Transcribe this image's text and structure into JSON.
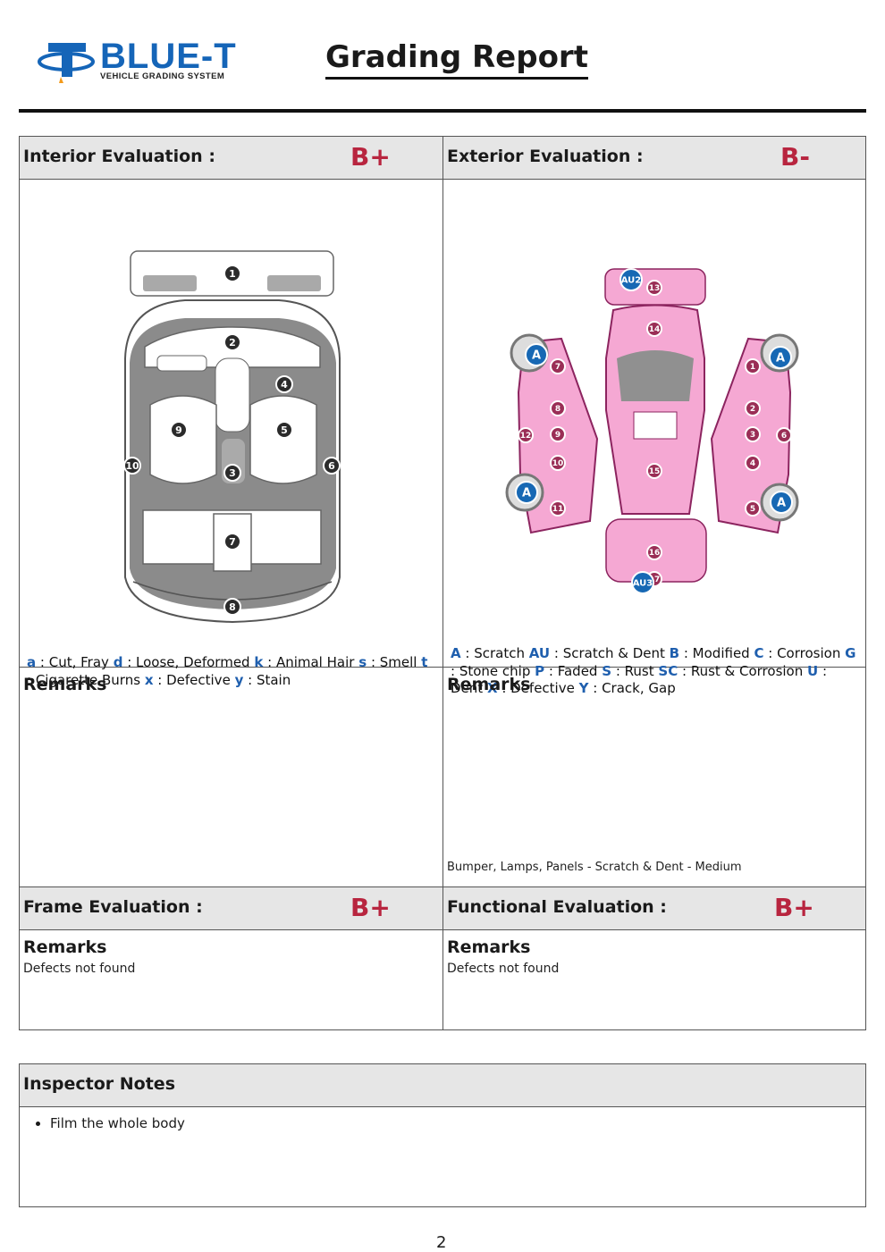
{
  "brand": {
    "name": "BLUE-T",
    "tagline": "VEHICLE GRADING SYSTEM"
  },
  "document": {
    "title": "Grading Report",
    "page_number": "2"
  },
  "colors": {
    "accent_blue": "#1565b8",
    "grade_red": "#b8253f",
    "damage_pink": "#f5a8d3",
    "damage_marker_blue": "#1768b4"
  },
  "interior": {
    "label": "Interior Evaluation :",
    "grade": "B+",
    "diagram_markers": [
      "1",
      "2",
      "3",
      "4",
      "5",
      "6",
      "7",
      "8",
      "9",
      "10"
    ],
    "legend": [
      {
        "code": "a",
        "desc": ": Cut, Fray"
      },
      {
        "code": "d",
        "desc": ": Loose, Deformed"
      },
      {
        "code": "k",
        "desc": ": Animal Hair"
      },
      {
        "code": "s",
        "desc": ": Smell"
      },
      {
        "code": "t",
        "desc": ": Cigarette Burns"
      },
      {
        "code": "x",
        "desc": ": Defective"
      },
      {
        "code": "y",
        "desc": ": Stain"
      }
    ],
    "remarks_title": "Remarks",
    "remarks": ""
  },
  "exterior": {
    "label": "Exterior Evaluation :",
    "grade": "B-",
    "diagram_markers": [
      "1",
      "2",
      "3",
      "4",
      "5",
      "6",
      "7",
      "8",
      "9",
      "10",
      "11",
      "12",
      "13",
      "14",
      "15",
      "16",
      "17"
    ],
    "damage_marks": [
      "AU2",
      "A",
      "A",
      "A",
      "A",
      "AU3"
    ],
    "legend": [
      {
        "code": "A",
        "desc": ": Scratch"
      },
      {
        "code": "AU",
        "desc": ": Scratch & Dent"
      },
      {
        "code": "B",
        "desc": ": Modified"
      },
      {
        "code": "C",
        "desc": ": Corrosion"
      },
      {
        "code": "G",
        "desc": ": Stone chip"
      },
      {
        "code": "P",
        "desc": ": Faded"
      },
      {
        "code": "S",
        "desc": ": Rust"
      },
      {
        "code": "SC",
        "desc": ": Rust & Corrosion"
      },
      {
        "code": "U",
        "desc": ": Dent"
      },
      {
        "code": "X",
        "desc": ": Defective"
      },
      {
        "code": "Y",
        "desc": ": Crack, Gap"
      }
    ],
    "remarks_title": "Remarks",
    "remarks": "Bumper, Lamps, Panels - Scratch & Dent - Medium"
  },
  "frame": {
    "label": "Frame Evaluation :",
    "grade": "B+",
    "remarks_title": "Remarks",
    "remarks": "Defects not found"
  },
  "functional": {
    "label": "Functional Evaluation :",
    "grade": "B+",
    "remarks_title": "Remarks",
    "remarks": "Defects not found"
  },
  "inspector_notes": {
    "title": "Inspector Notes",
    "items": [
      "Film the whole body"
    ]
  }
}
